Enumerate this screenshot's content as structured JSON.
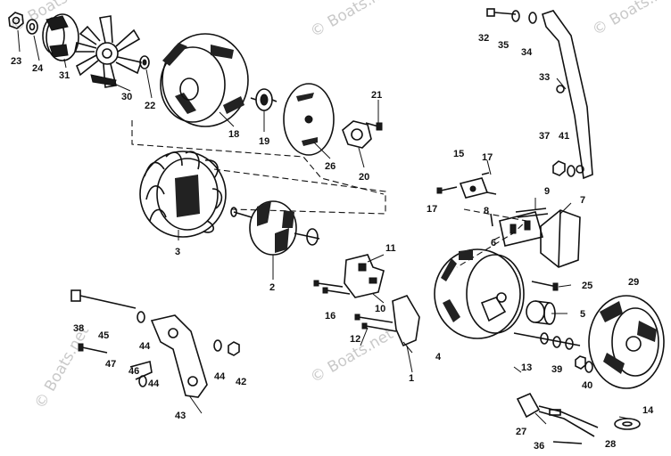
{
  "watermark": {
    "text": "© Boats.net"
  },
  "callouts": [
    {
      "id": "p23",
      "label": "23"
    },
    {
      "id": "p24",
      "label": "24"
    },
    {
      "id": "p31",
      "label": "31"
    },
    {
      "id": "p30",
      "label": "30"
    },
    {
      "id": "p22",
      "label": "22"
    },
    {
      "id": "p18",
      "label": "18"
    },
    {
      "id": "p19",
      "label": "19"
    },
    {
      "id": "p26",
      "label": "26"
    },
    {
      "id": "p21",
      "label": "21"
    },
    {
      "id": "p20",
      "label": "20"
    },
    {
      "id": "p32",
      "label": "32"
    },
    {
      "id": "p35",
      "label": "35"
    },
    {
      "id": "p34",
      "label": "34"
    },
    {
      "id": "p33",
      "label": "33"
    },
    {
      "id": "p37",
      "label": "37"
    },
    {
      "id": "p41",
      "label": "41"
    },
    {
      "id": "p15",
      "label": "15"
    },
    {
      "id": "p17a",
      "label": "17"
    },
    {
      "id": "p17b",
      "label": "17"
    },
    {
      "id": "p9",
      "label": "9"
    },
    {
      "id": "p7",
      "label": "7"
    },
    {
      "id": "p8",
      "label": "8"
    },
    {
      "id": "p6",
      "label": "6"
    },
    {
      "id": "p3",
      "label": "3"
    },
    {
      "id": "p2",
      "label": "2"
    },
    {
      "id": "p11",
      "label": "11"
    },
    {
      "id": "p10",
      "label": "10"
    },
    {
      "id": "p16",
      "label": "16"
    },
    {
      "id": "p25",
      "label": "25"
    },
    {
      "id": "p29",
      "label": "29"
    },
    {
      "id": "p5",
      "label": "5"
    },
    {
      "id": "p4",
      "label": "4"
    },
    {
      "id": "p1",
      "label": "1"
    },
    {
      "id": "p12",
      "label": "12"
    },
    {
      "id": "p13",
      "label": "13"
    },
    {
      "id": "p38",
      "label": "38"
    },
    {
      "id": "p45",
      "label": "45"
    },
    {
      "id": "p44a",
      "label": "44"
    },
    {
      "id": "p44b",
      "label": "44"
    },
    {
      "id": "p44c",
      "label": "44"
    },
    {
      "id": "p42",
      "label": "42"
    },
    {
      "id": "p47",
      "label": "47"
    },
    {
      "id": "p46",
      "label": "46"
    },
    {
      "id": "p43",
      "label": "43"
    },
    {
      "id": "p39",
      "label": "39"
    },
    {
      "id": "p40",
      "label": "40"
    },
    {
      "id": "p14",
      "label": "14"
    },
    {
      "id": "p27",
      "label": "27"
    },
    {
      "id": "p28",
      "label": "28"
    },
    {
      "id": "p36",
      "label": "36"
    }
  ]
}
